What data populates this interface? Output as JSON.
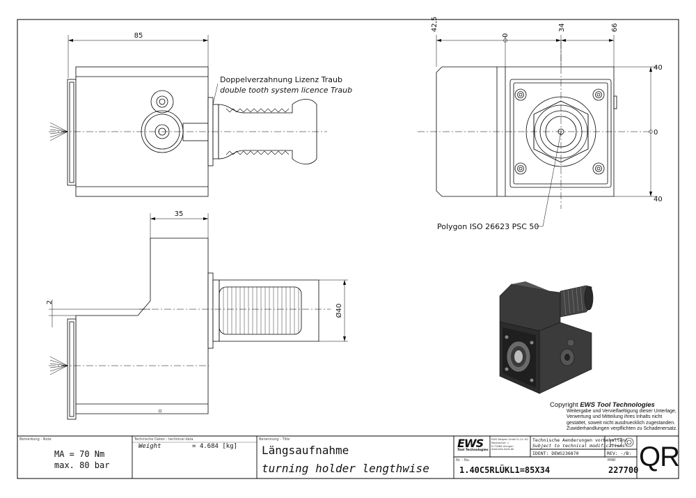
{
  "dimensions": {
    "top_width": "85",
    "side_width": "35",
    "offset": "2",
    "shank_diameter": "Ø40",
    "front_h1": "42,5",
    "front_h2": "0",
    "front_h3": "34",
    "front_h4": "66",
    "front_v1": "40",
    "front_v2": "0",
    "front_v3": "40"
  },
  "callouts": {
    "tooth_system_de": "Doppelverzahnung Lizenz Traub",
    "tooth_system_en": "double tooth system licence Traub",
    "polygon": "Polygon ISO 26623 PSC 50"
  },
  "copyright": {
    "prefix": "Copyright ",
    "brand": "EWS Tool Technologies",
    "lines": [
      "Weitergabe und Vervielfaeltigung dieser Unterlage,",
      "Verwertung und Mitteilung ihres Inhalts nicht",
      "gestattet, soweit nicht ausdruecklich zugestanden.",
      "Zuwiderhandlungen verpflichten zu Schadenersatz."
    ]
  },
  "title_block": {
    "note_label": "Bemerkung - Note",
    "note_line1": "MA = 70 Nm",
    "note_line2": "max. 80 bar",
    "tech_label": "Technische Daten - technical data",
    "weight_label": "Weight",
    "weight_value": "= 4.684 [kg]",
    "title_label": "Benennung - Title",
    "title_de": "Längsaufnahme",
    "title_en": "turning holder lengthwise",
    "logo_main": "EWS",
    "logo_sub": "Tool Technologies",
    "company_lines": [
      "EWS Weigele GmbH & Co. KG",
      "Maybachstr. 1",
      "D-73066 Uhingen",
      "www.ews-tools.de"
    ],
    "change_de": "Technische Aenderungen vorbehalten!",
    "change_en": "Subject to technical modifications!",
    "ident": "IDENT: DEWS236870",
    "rev": "REV: -/B:",
    "no_label": "Nr. - No.",
    "part_number": "1.40C5RLÜKL1=85X34",
    "mnr_label": "MNR",
    "mnr": "227700",
    "qr": "QR"
  }
}
